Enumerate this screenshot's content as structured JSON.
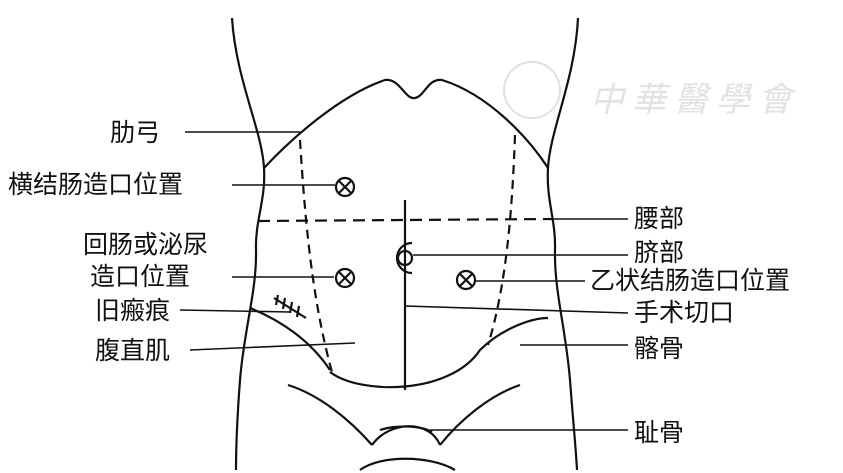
{
  "watermark": {
    "text": "中華醫學會"
  },
  "labels_left": {
    "costal_arch": "肋弓",
    "transverse_colostomy": "横结肠造口位置",
    "ileostomy_line1": "回肠或泌尿",
    "ileostomy_line2": "造口位置",
    "old_scar": "旧瘢痕",
    "rectus_abdominis": "腹直肌"
  },
  "labels_right": {
    "waist": "腰部",
    "umbilicus": "脐部",
    "sigmoid_colostomy": "乙状结肠造口位置",
    "incision": "手术切口",
    "ilium": "髂骨",
    "pubis": "耻骨"
  }
}
